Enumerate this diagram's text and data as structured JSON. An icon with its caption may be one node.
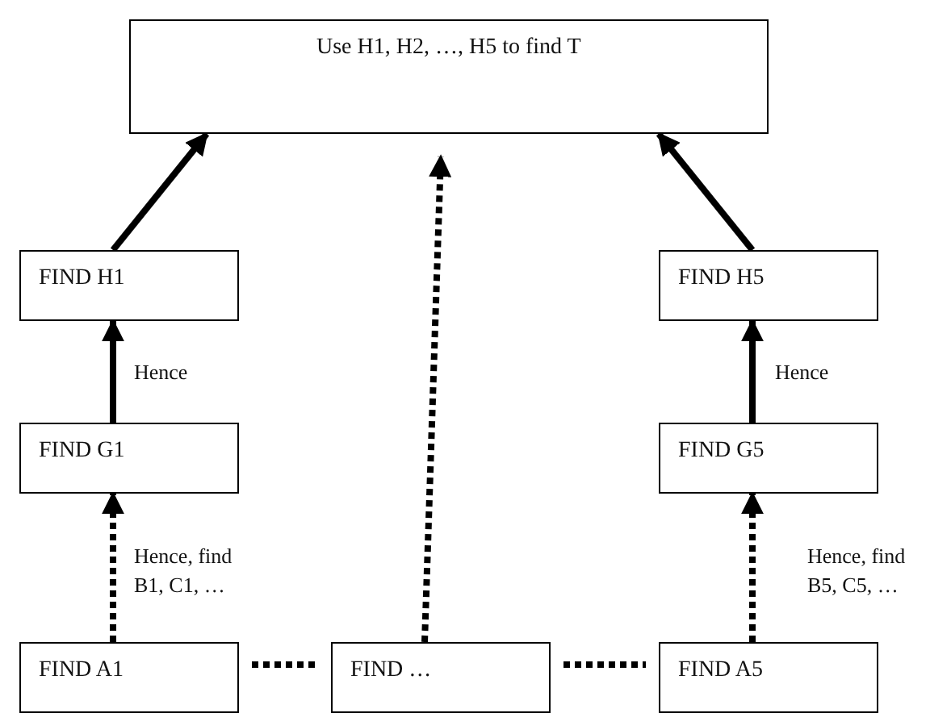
{
  "diagram": {
    "nodes": [
      {
        "text": [
          "Use H1, H2, …, H5 to find T"
        ]
      },
      {
        "text": [
          "FIND H1"
        ]
      },
      {
        "text": [
          "FIND H5"
        ]
      },
      {
        "text": [
          "FIND G1"
        ]
      },
      {
        "text": [
          "FIND G5"
        ]
      },
      {
        "text": [
          "FIND A1"
        ]
      },
      {
        "text": [
          "FIND …"
        ]
      },
      {
        "text": [
          "FIND A5"
        ]
      }
    ],
    "edges": [
      {
        "from": 1,
        "to": 0,
        "arrow": "to"
      },
      {
        "from": 2,
        "to": 0,
        "arrow": "to"
      },
      {
        "from": 6,
        "to": 0,
        "arrow": "to",
        "style": "dashed"
      },
      {
        "from": 3,
        "to": 1,
        "arrow": "to",
        "label": "Hence"
      },
      {
        "from": 4,
        "to": 2,
        "arrow": "to",
        "label": "Hence"
      },
      {
        "from": 5,
        "to": 3,
        "arrow": "to",
        "style": "dashed",
        "label": "Hence, find B1, C1, …"
      },
      {
        "from": 7,
        "to": 4,
        "arrow": "to",
        "style": "dashed",
        "label": "Hence, find B5, C5, …"
      },
      {
        "from": 5,
        "to": 6,
        "arrow": "none",
        "style": "dashed"
      },
      {
        "from": 6,
        "to": 7,
        "arrow": "none",
        "style": "dashed"
      }
    ]
  }
}
